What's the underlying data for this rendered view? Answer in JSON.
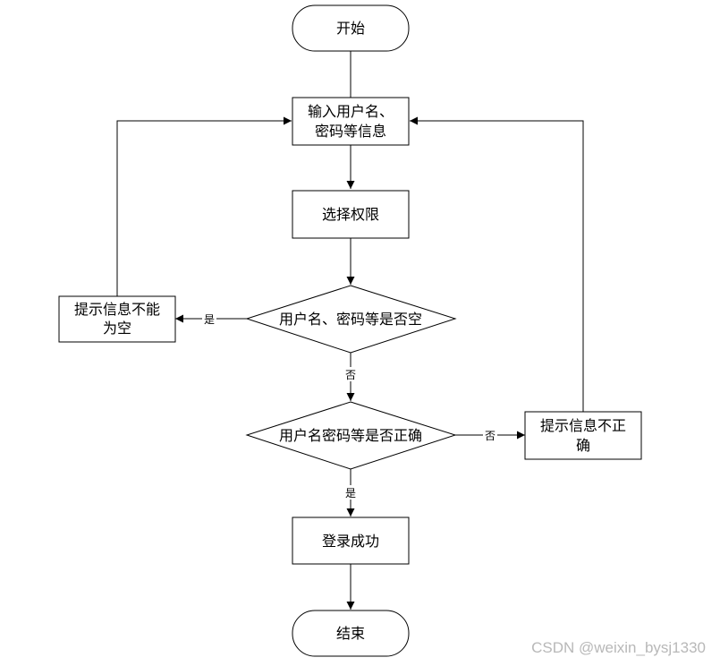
{
  "nodes": {
    "start": {
      "lines": [
        "开始"
      ]
    },
    "input": {
      "lines": [
        "输入用户名、",
        "密码等信息"
      ]
    },
    "select_perm": {
      "lines": [
        "选择权限"
      ]
    },
    "check_empty": {
      "lines": [
        "用户名、密码等是否空"
      ]
    },
    "empty_msg": {
      "lines": [
        "提示信息不能",
        "为空"
      ]
    },
    "check_correct": {
      "lines": [
        "用户名密码等是否正确"
      ]
    },
    "wrong_msg": {
      "lines": [
        "提示信息不正",
        "确"
      ]
    },
    "login_success": {
      "lines": [
        "登录成功"
      ]
    },
    "end": {
      "lines": [
        "结束"
      ]
    }
  },
  "edge_labels": {
    "empty_yes": "是",
    "empty_no": "否",
    "correct_no": "否",
    "correct_yes": "是"
  },
  "watermark": "CSDN @weixin_bysj1330"
}
